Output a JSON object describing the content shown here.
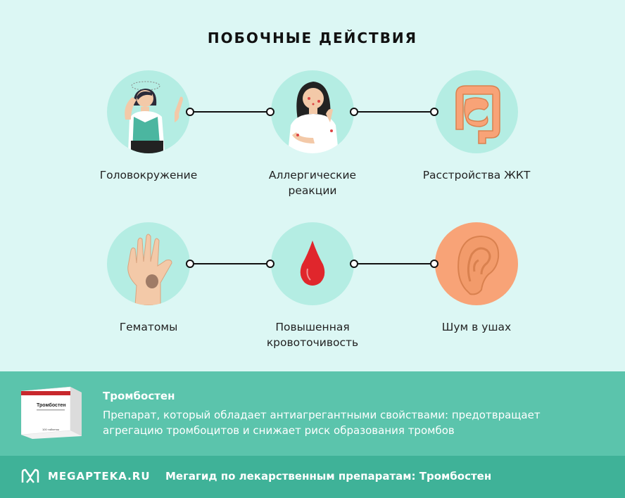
{
  "title": "ПОБОЧНЫЕ ДЕЙСТВИЯ",
  "effects": [
    {
      "label": "Головокружение",
      "icon": "dizzy-woman-icon"
    },
    {
      "label": "Аллергические реакции",
      "icon": "allergy-woman-icon"
    },
    {
      "label": "Расстройства ЖКТ",
      "icon": "intestines-icon"
    },
    {
      "label": "Гематомы",
      "icon": "bruised-hand-icon"
    },
    {
      "label": "Повышенная кровоточивость",
      "icon": "blood-drop-icon"
    },
    {
      "label": "Шум в ушах",
      "icon": "ear-icon"
    }
  ],
  "drug": {
    "name": "Тромбостен",
    "description": "Препарат, который обладает антиагрегантными свойствами: предотвращает агрегацию тромбоцитов и снижает риск образования тромбов",
    "box_label": "Тромбостен",
    "box_count": "100 таблеток"
  },
  "footer": {
    "logo": "MEGAPTEKA.RU",
    "text": "Мегагид по лекарственным препаратам: Тромбостен"
  },
  "colors": {
    "background": "#dcf7f4",
    "circle": "#b4ede3",
    "ear_circle": "#f8a377",
    "band": "#5bc4ac",
    "footer": "#3fb298"
  }
}
